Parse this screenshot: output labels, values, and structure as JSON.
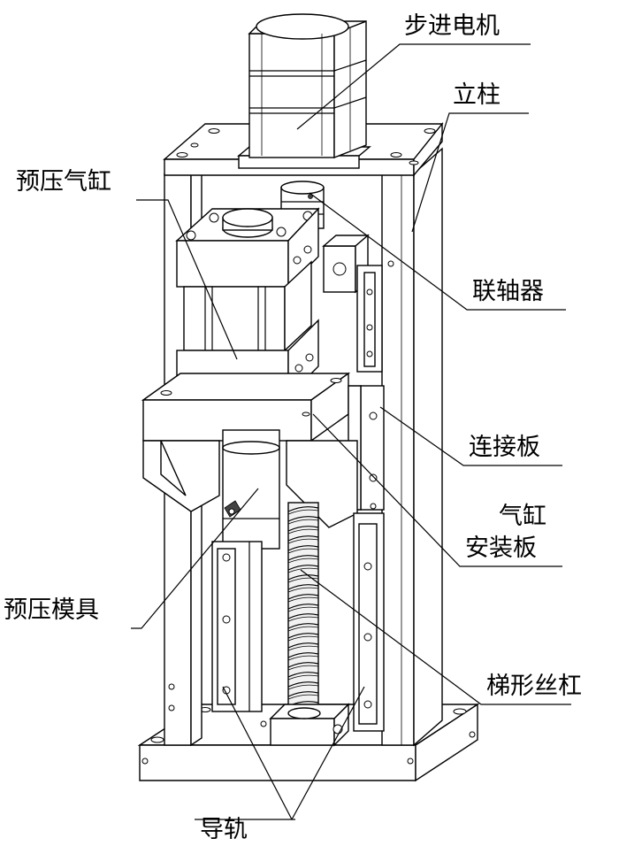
{
  "labels": {
    "stepper_motor": "步进电机",
    "column": "立柱",
    "preload_cylinder": "预压气缸",
    "coupling": "联轴器",
    "connecting_plate": "连接板",
    "cylinder_mount_1": "气缸",
    "cylinder_mount_2": "安装板",
    "preload_die": "预压模具",
    "lead_screw": "梯形丝杠",
    "guide_rail": "导轨"
  }
}
